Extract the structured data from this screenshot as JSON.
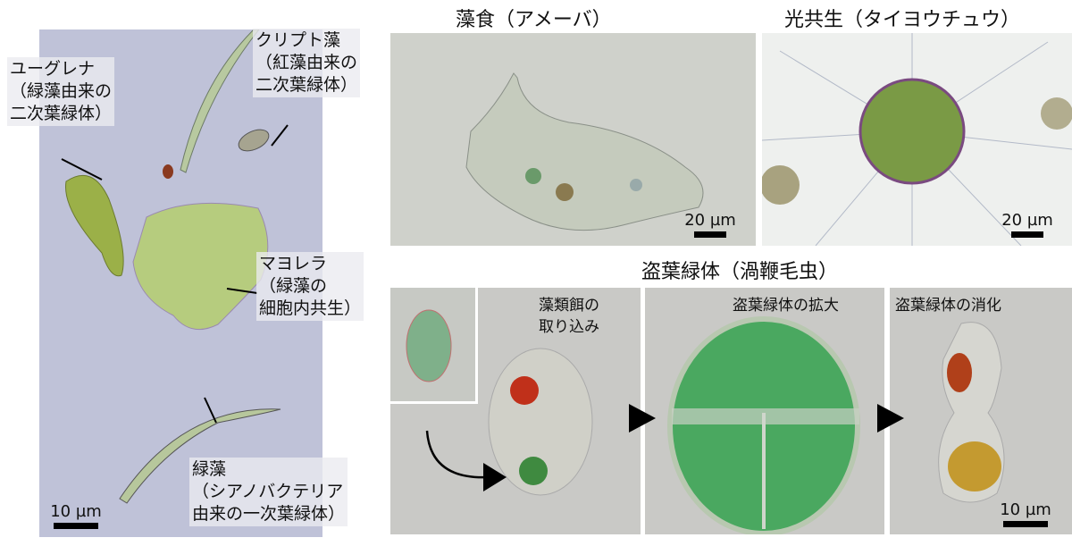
{
  "left_panel": {
    "labels": {
      "euglena": "ユーグレナ\n（緑藻由来の\n二次葉緑体）",
      "cryptophyte": "クリプト藻\n（紅藻由来の\n二次葉緑体）",
      "mayorella": "マヨレラ\n（緑藻の\n細胞内共生）",
      "green_alga": "緑藻\n（シアノバクテリア\n由来の一次葉緑体）"
    },
    "scale_bar": "10 µm"
  },
  "amoeba_panel": {
    "title": "藻食（アメーバ）",
    "scale_bar": "20 µm"
  },
  "heliozoa_panel": {
    "title": "光共生（タイヨウチュウ）",
    "scale_bar": "20 µm"
  },
  "kleptoplasty": {
    "title": "盗葉緑体（渦鞭毛虫）",
    "steps": [
      {
        "label": "藻類餌の\n取り込み"
      },
      {
        "label": "盗葉緑体の拡大"
      },
      {
        "label": "盗葉緑体の消化"
      }
    ],
    "scale_bar": "10 µm"
  },
  "colors": {
    "left_bg": "#bfc2d8",
    "gray_bg": "#cfd2cc",
    "green": "#4caf6a"
  }
}
